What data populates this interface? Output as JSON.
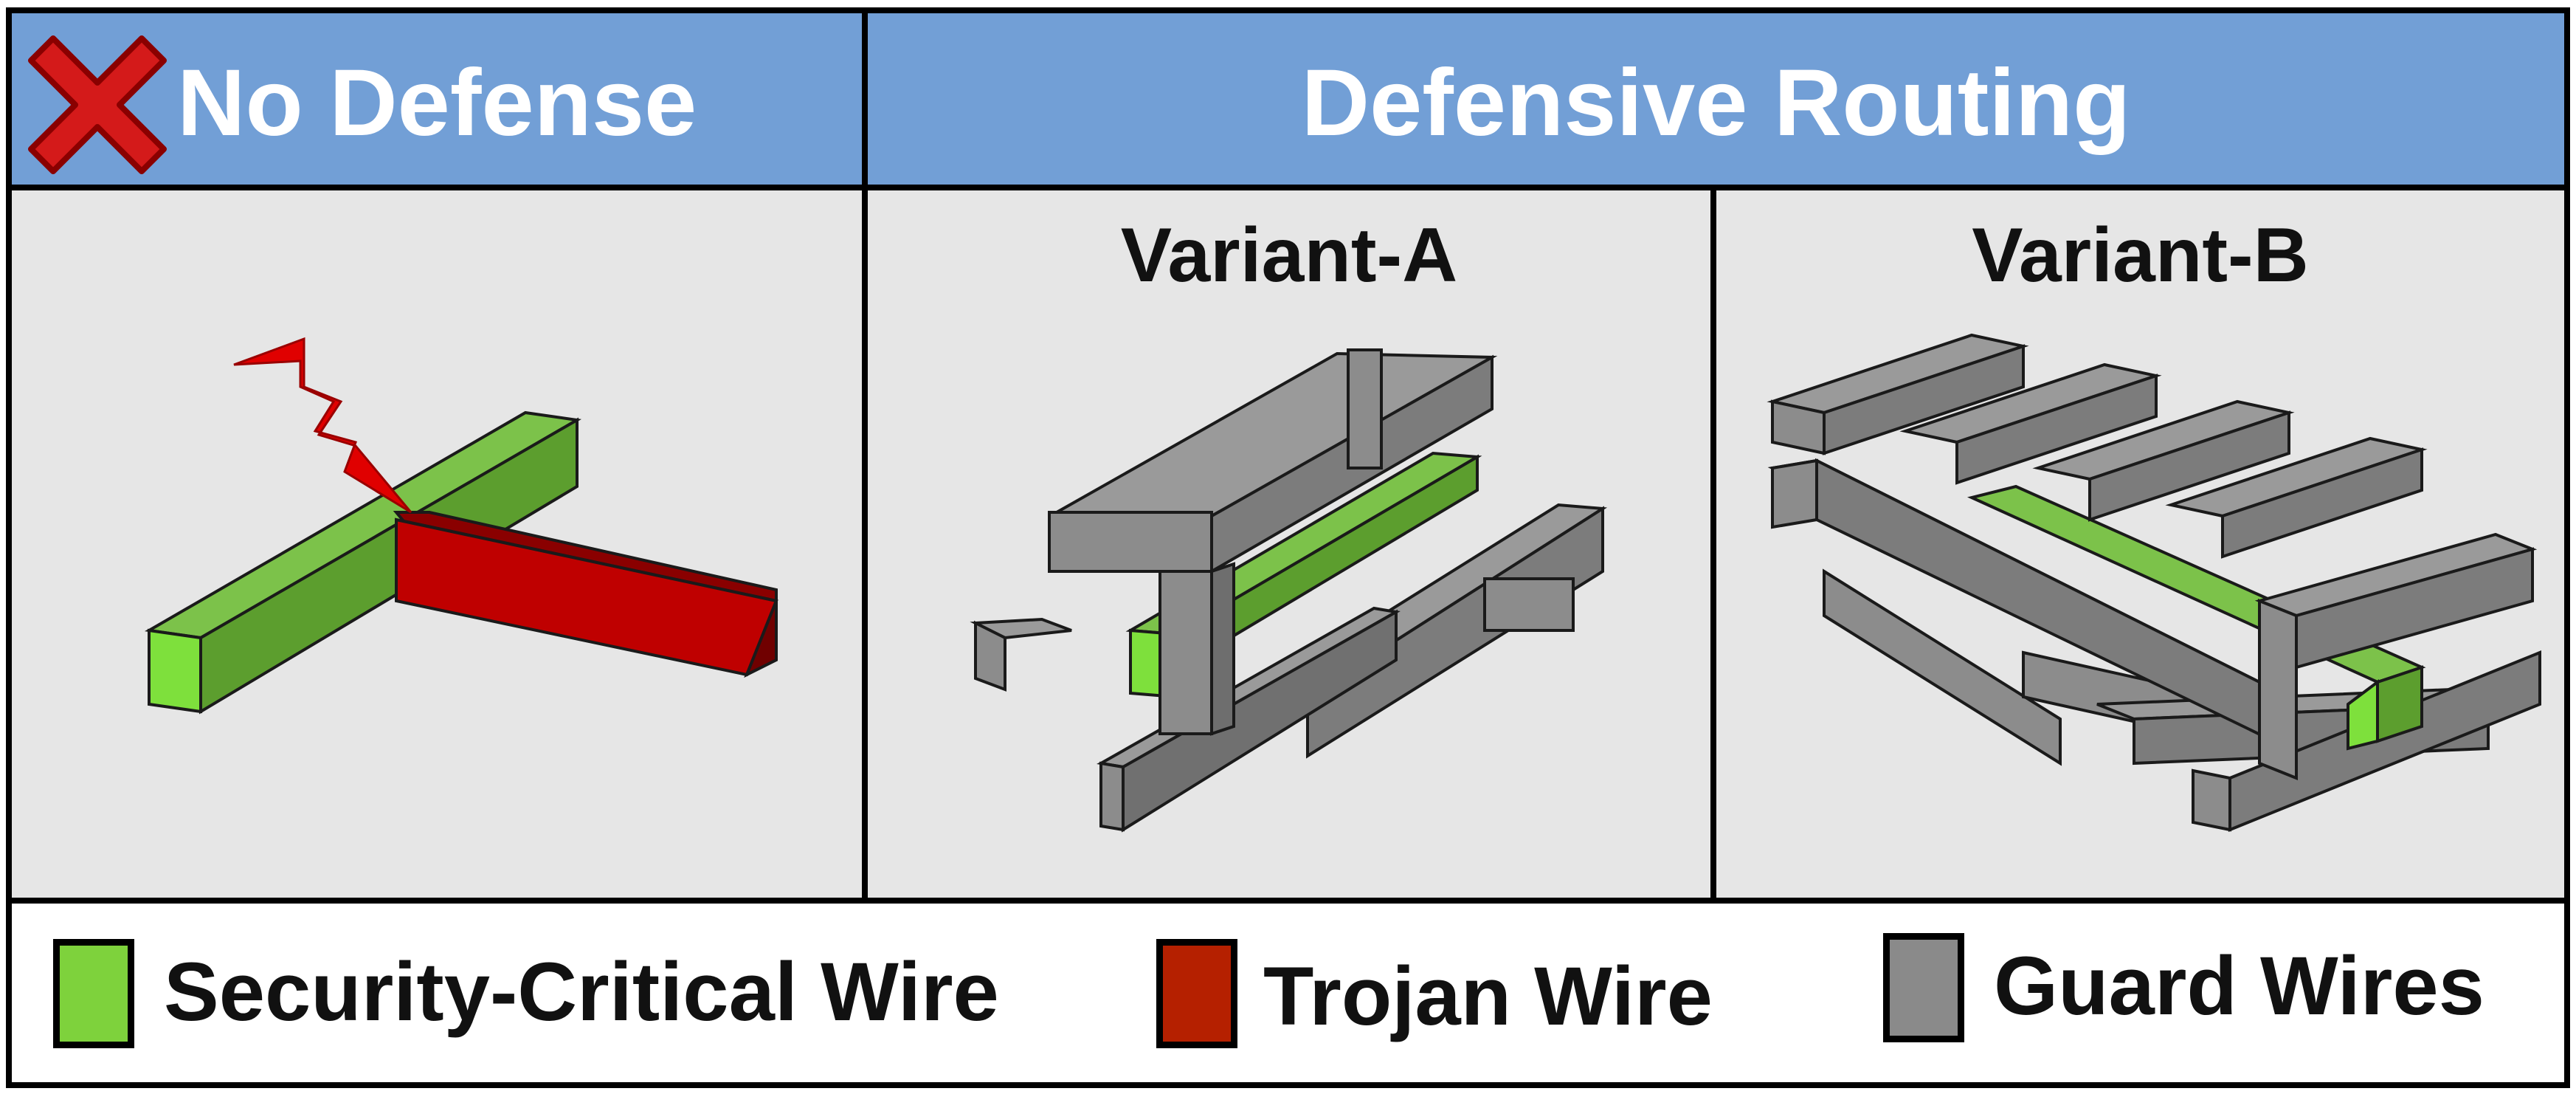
{
  "header": {
    "left_title": "No Defense",
    "right_title": "Defensive Routing"
  },
  "panels": {
    "variant_a": {
      "title": "Variant-A"
    },
    "variant_b": {
      "title": "Variant-B"
    }
  },
  "legend": {
    "items": [
      {
        "label": "Security-Critical Wire",
        "color": "#7ed23c"
      },
      {
        "label": "Trojan Wire",
        "color": "#b52000"
      },
      {
        "label": "Guard Wires",
        "color": "#8a8a8a"
      }
    ]
  },
  "colors": {
    "header_bg": "#729fd6",
    "panel_bg": "#e6e6e6",
    "critical_wire": "#6cb33e",
    "trojan_wire": "#c00000",
    "guard_wire": "#8c8c8c",
    "attack_bolt": "#e00000",
    "fail_mark": "#d41a1a"
  },
  "icons": {
    "no_defense_mark": "red-x-icon",
    "attack": "lightning-bolt-icon"
  }
}
